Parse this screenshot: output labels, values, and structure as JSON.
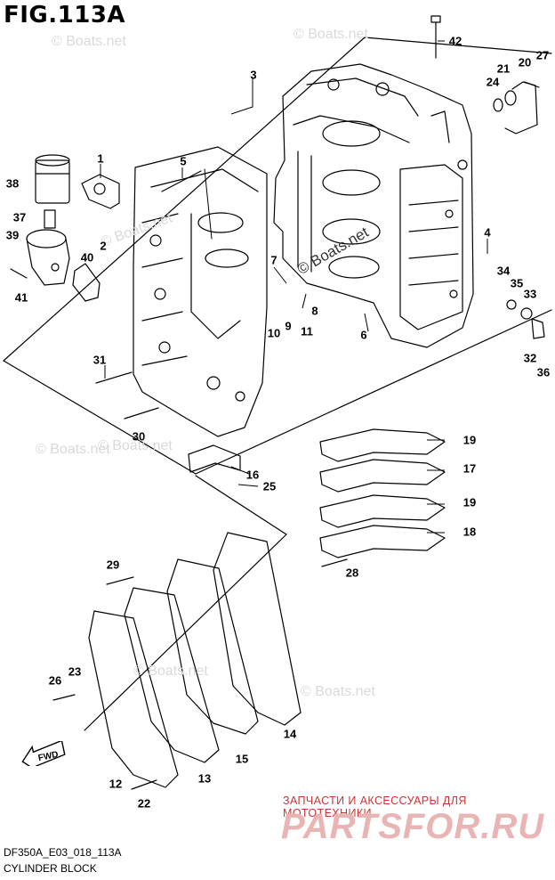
{
  "figure": {
    "title": "FIG.113A",
    "code": "DF350A_E03_018_113A",
    "name": "CYLINDER BLOCK"
  },
  "watermarks": [
    "© Boats.net",
    "© Boats.net",
    "© Boats.net",
    "© Boats.net",
    "© Boats.net",
    "© Boats.net",
    "© Boats.net",
    "© Boats.net"
  ],
  "branding": {
    "tagline": "ЗАПЧАСТИ И АКСЕССУАРЫ ДЛЯ МОТОТЕХНИКИ",
    "name": "PARTSFOR.RU"
  },
  "fwd_label": "FWD",
  "callouts": [
    "42",
    "3",
    "27",
    "20",
    "21",
    "24",
    "38",
    "1",
    "5",
    "37",
    "2",
    "39",
    "40",
    "41",
    "4",
    "7",
    "8",
    "9",
    "10",
    "11",
    "6",
    "34",
    "35",
    "33",
    "32",
    "36",
    "31",
    "30",
    "16",
    "25",
    "19",
    "17",
    "19",
    "18",
    "28",
    "29",
    "26",
    "23",
    "14",
    "15",
    "13",
    "12",
    "22"
  ],
  "colors": {
    "line": "#000000",
    "watermark": "#d9d9d9",
    "brand": "#e8b4b4",
    "brand_sub": "#cc3333"
  }
}
